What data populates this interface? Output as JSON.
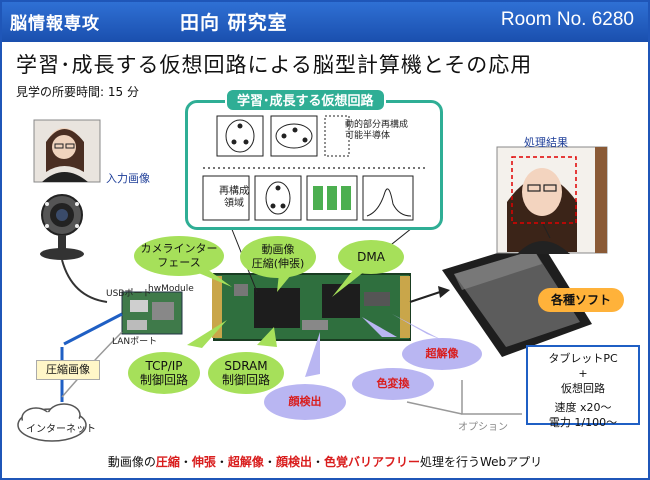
{
  "header": {
    "lab": "脳情報専攻",
    "name": "田向 研究室",
    "room": "Room No. 6280"
  },
  "title": "学習･成長する仮想回路による脳型計算機とその応用",
  "subtitle": "見学の所要時間: 15 分",
  "chipbox": {
    "label": "学習･成長する仮想回路",
    "note_line1": "動的部分再構成",
    "note_line2": "可能半導体",
    "reconfig_line1": "再構成",
    "reconfig_line2": "領域"
  },
  "labels": {
    "input_image": "入力画像",
    "result": "処理結果",
    "usb_port": "USBポート",
    "hw_module": "hwModule",
    "lan_port": "LANポート",
    "compressed_image": "圧縮画像",
    "internet": "インターネット",
    "option": "オプション"
  },
  "bubbles": {
    "camera_if_line1": "カメラインター",
    "camera_if_line2": "フェース",
    "video_line1": "動画像",
    "video_line2": "圧縮(伸張)",
    "dma": "DMA",
    "tcpip_line1": "TCP/IP",
    "tcpip_line2": "制御回路",
    "sdram_line1": "SDRAM",
    "sdram_line2": "制御回路",
    "super_resolution": "超解像",
    "face_detect": "顔検出",
    "color_convert": "色変換"
  },
  "software_tag": "各種ソフト",
  "tablet": {
    "line1": "タブレットPC",
    "line2": "+",
    "line3": "仮想回路",
    "line4": "速度 x20～",
    "line5": "電力 1/100～"
  },
  "footer": {
    "p1": "動画像の",
    "compress": "圧縮",
    "sep1": "・",
    "expand": "伸張",
    "sep2": "・",
    "superres": "超解像",
    "sep3": "・",
    "face": "顔検出",
    "sep4": "・",
    "barrierfree": "色覚バリアフリー",
    "p2": "処理を行うWebアプリ"
  },
  "colors": {
    "header_blue": "#1f5fc4",
    "teal": "#2fae95",
    "green_bubble": "#a6e05a",
    "purple_bubble": "#b9b6f2",
    "orange_tag": "#ffb23a",
    "accent_red": "#d91d1d"
  }
}
